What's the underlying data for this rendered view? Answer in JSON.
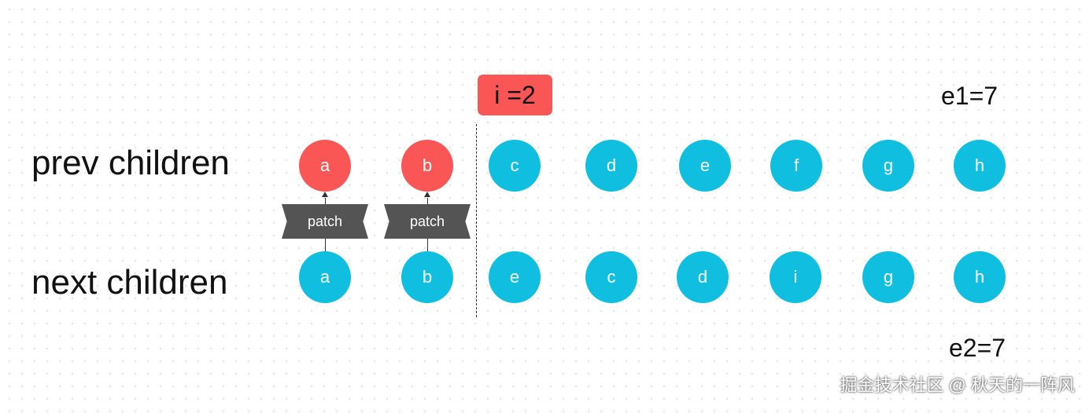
{
  "labels": {
    "prev": "prev children",
    "next": "next children",
    "i": "i =2",
    "e1": "e1=7",
    "e2": "e2=7",
    "watermark": "掘金技术社区 @ 秋天的一阵风"
  },
  "prev_children": [
    {
      "text": "a",
      "color": "#fb5656"
    },
    {
      "text": "b",
      "color": "#fb5656"
    },
    {
      "text": "c",
      "color": "#10bfdf"
    },
    {
      "text": "d",
      "color": "#10bfdf"
    },
    {
      "text": "e",
      "color": "#10bfdf"
    },
    {
      "text": "f",
      "color": "#10bfdf"
    },
    {
      "text": "g",
      "color": "#10bfdf"
    },
    {
      "text": "h",
      "color": "#10bfdf"
    }
  ],
  "next_children": [
    {
      "text": "a",
      "color": "#10bfdf"
    },
    {
      "text": "b",
      "color": "#10bfdf"
    },
    {
      "text": "e",
      "color": "#10bfdf"
    },
    {
      "text": "c",
      "color": "#10bfdf"
    },
    {
      "text": "d",
      "color": "#10bfdf"
    },
    {
      "text": "i",
      "color": "#10bfdf"
    },
    {
      "text": "g",
      "color": "#10bfdf"
    },
    {
      "text": "h",
      "color": "#10bfdf"
    }
  ],
  "patches": [
    {
      "text": "patch"
    },
    {
      "text": "patch"
    }
  ]
}
